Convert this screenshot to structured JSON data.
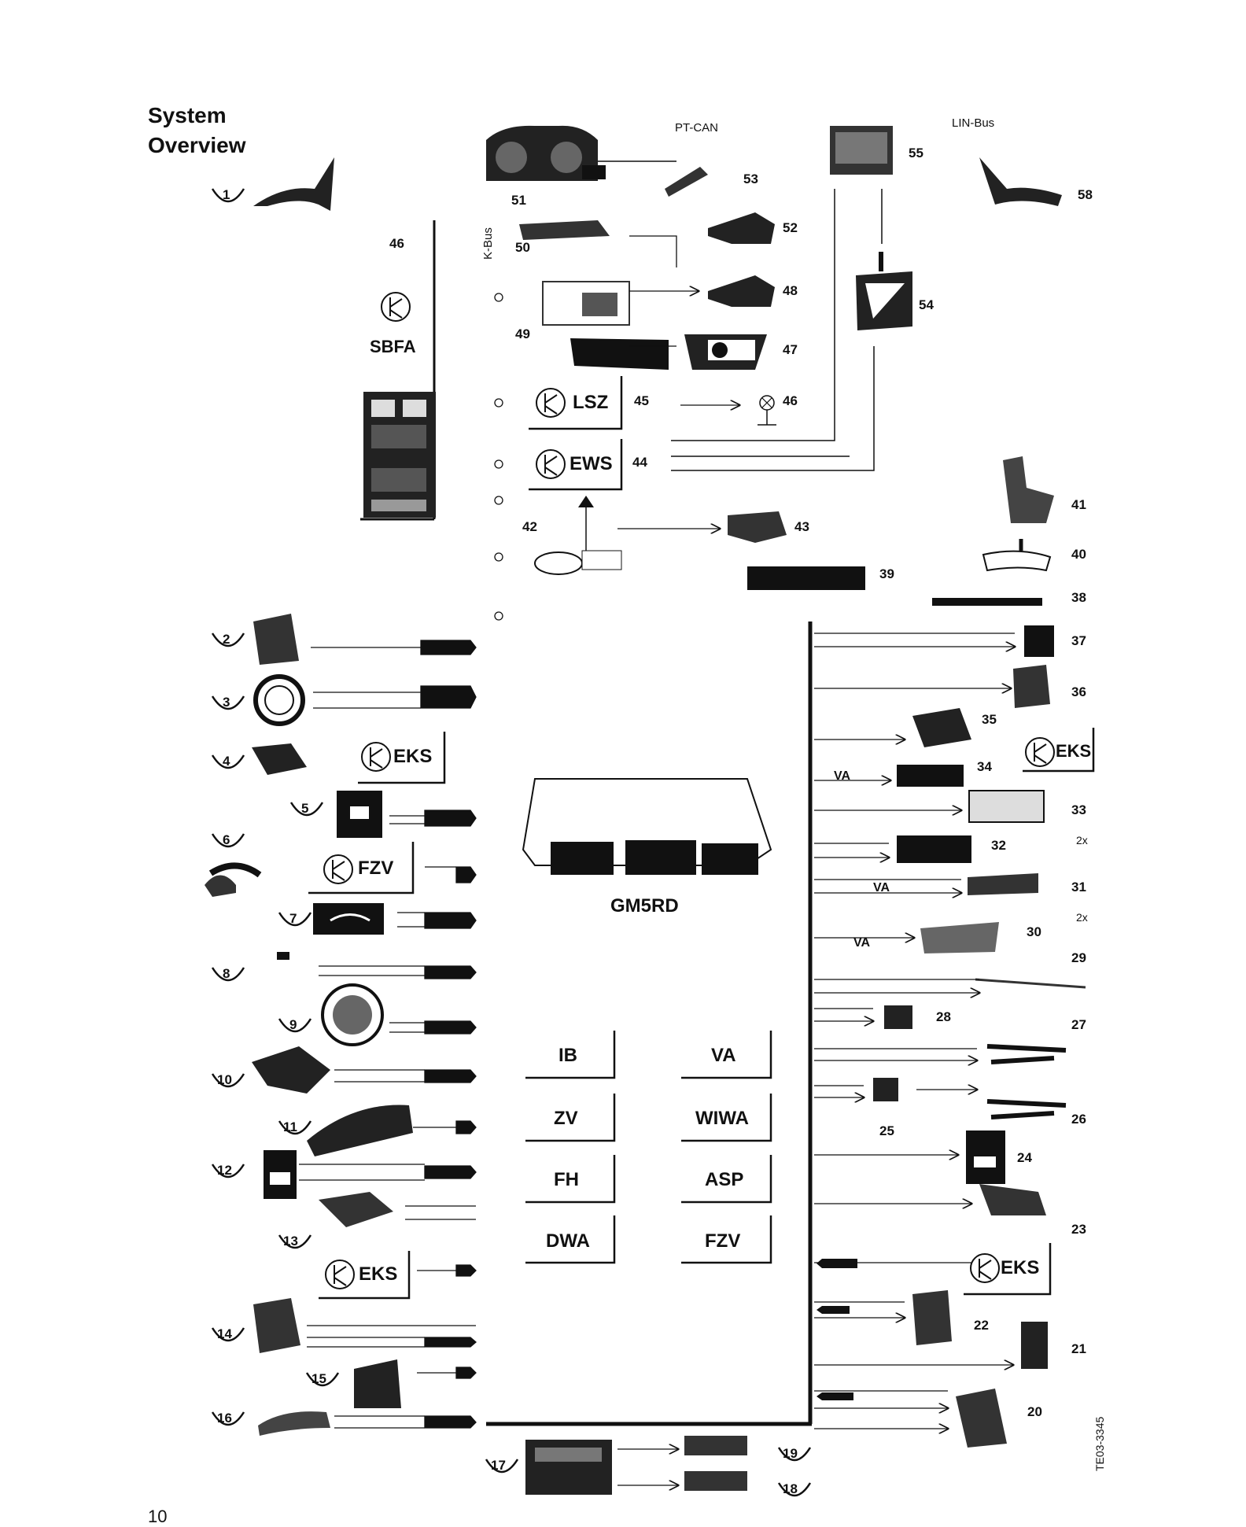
{
  "title_line1": "System",
  "title_line2": "Overview",
  "bus_labels": {
    "pt_can": "PT-CAN",
    "lin_bus": "LIN-Bus",
    "k_bus": "K-Bus"
  },
  "central_module": "GM5RD",
  "function_blocks": [
    "IB",
    "VA",
    "ZV",
    "WIWA",
    "FH",
    "ASP",
    "DWA",
    "FZV"
  ],
  "sub_module_labels": {
    "sbfa": "SBFA",
    "lsz": "LSZ",
    "ews": "EWS",
    "eks": "EKS",
    "fzv": "FZV",
    "va": "VA",
    "twice": "2x"
  },
  "component_numbers": [
    "1",
    "2",
    "3",
    "4",
    "5",
    "6",
    "7",
    "8",
    "9",
    "10",
    "11",
    "12",
    "13",
    "14",
    "15",
    "16",
    "17",
    "18",
    "19",
    "20",
    "21",
    "22",
    "23",
    "24",
    "25",
    "26",
    "27",
    "28",
    "29",
    "30",
    "31",
    "32",
    "33",
    "34",
    "35",
    "36",
    "37",
    "38",
    "39",
    "40",
    "41",
    "42",
    "43",
    "44",
    "45",
    "46",
    "47",
    "48",
    "49",
    "50",
    "51",
    "52",
    "53",
    "54",
    "55",
    "58"
  ],
  "doc_id": "TE03-3345",
  "page_number": "10"
}
